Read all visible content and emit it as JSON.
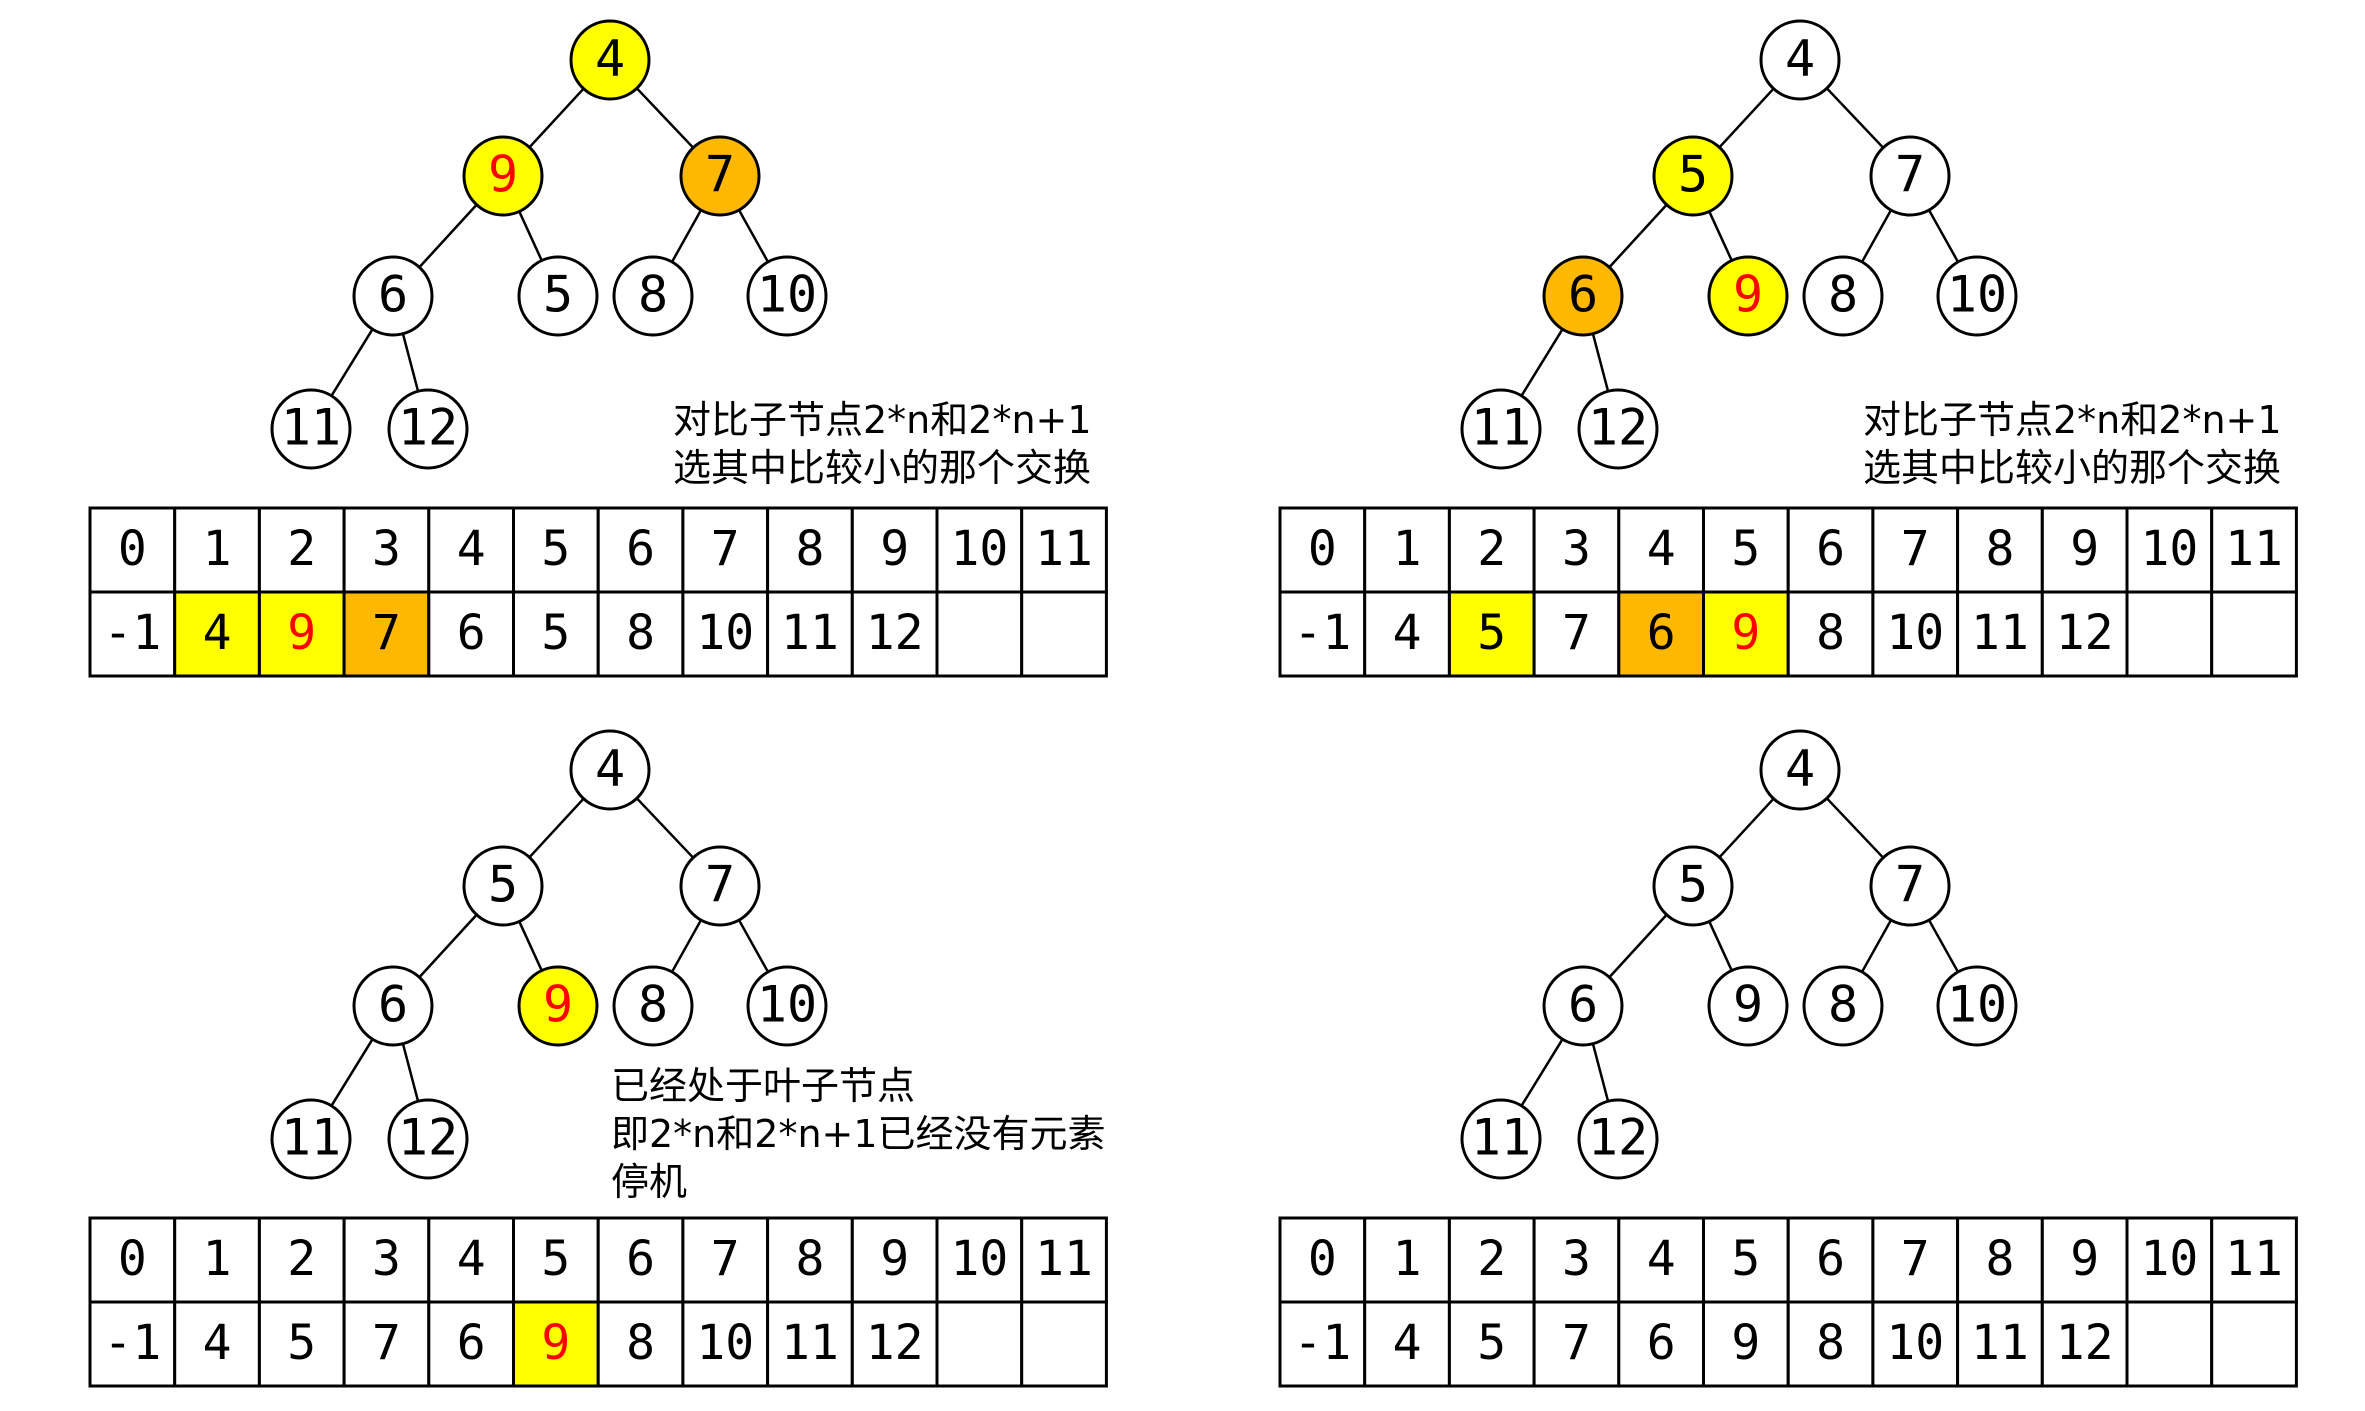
{
  "colors": {
    "current": "#ffff00",
    "swap": "#ffb800",
    "plain": "#ffffff",
    "text": "#000000",
    "moved_text": "#ff0000"
  },
  "panels": [
    {
      "id": "step-1",
      "tree": [
        {
          "value": "4",
          "fill": "current",
          "text": "text"
        },
        {
          "value": "9",
          "fill": "current",
          "text": "moved_text"
        },
        {
          "value": "7",
          "fill": "swap",
          "text": "text"
        },
        {
          "value": "6",
          "fill": "plain",
          "text": "text"
        },
        {
          "value": "5",
          "fill": "plain",
          "text": "text"
        },
        {
          "value": "8",
          "fill": "plain",
          "text": "text"
        },
        {
          "value": "10",
          "fill": "plain",
          "text": "text"
        },
        {
          "value": "11",
          "fill": "plain",
          "text": "text"
        },
        {
          "value": "12",
          "fill": "plain",
          "text": "text"
        }
      ],
      "note": [
        "对比子节点2*n和2*n+1",
        "选其中比较小的那个交换"
      ],
      "index_row": [
        "0",
        "1",
        "2",
        "3",
        "4",
        "5",
        "6",
        "7",
        "8",
        "9",
        "10",
        "11"
      ],
      "value_row": [
        {
          "value": "-1",
          "fill": "plain",
          "text": "text"
        },
        {
          "value": "4",
          "fill": "current",
          "text": "text"
        },
        {
          "value": "9",
          "fill": "current",
          "text": "moved_text"
        },
        {
          "value": "7",
          "fill": "swap",
          "text": "text"
        },
        {
          "value": "6",
          "fill": "plain",
          "text": "text"
        },
        {
          "value": "5",
          "fill": "plain",
          "text": "text"
        },
        {
          "value": "8",
          "fill": "plain",
          "text": "text"
        },
        {
          "value": "10",
          "fill": "plain",
          "text": "text"
        },
        {
          "value": "11",
          "fill": "plain",
          "text": "text"
        },
        {
          "value": "12",
          "fill": "plain",
          "text": "text"
        },
        {
          "value": "",
          "fill": "plain",
          "text": "text"
        },
        {
          "value": "",
          "fill": "plain",
          "text": "text"
        }
      ]
    },
    {
      "id": "step-2",
      "tree": [
        {
          "value": "4",
          "fill": "plain",
          "text": "text"
        },
        {
          "value": "5",
          "fill": "current",
          "text": "text"
        },
        {
          "value": "7",
          "fill": "plain",
          "text": "text"
        },
        {
          "value": "6",
          "fill": "swap",
          "text": "text"
        },
        {
          "value": "9",
          "fill": "current",
          "text": "moved_text"
        },
        {
          "value": "8",
          "fill": "plain",
          "text": "text"
        },
        {
          "value": "10",
          "fill": "plain",
          "text": "text"
        },
        {
          "value": "11",
          "fill": "plain",
          "text": "text"
        },
        {
          "value": "12",
          "fill": "plain",
          "text": "text"
        }
      ],
      "note": [
        "对比子节点2*n和2*n+1",
        "选其中比较小的那个交换"
      ],
      "index_row": [
        "0",
        "1",
        "2",
        "3",
        "4",
        "5",
        "6",
        "7",
        "8",
        "9",
        "10",
        "11"
      ],
      "value_row": [
        {
          "value": "-1",
          "fill": "plain",
          "text": "text"
        },
        {
          "value": "4",
          "fill": "plain",
          "text": "text"
        },
        {
          "value": "5",
          "fill": "current",
          "text": "text"
        },
        {
          "value": "7",
          "fill": "plain",
          "text": "text"
        },
        {
          "value": "6",
          "fill": "swap",
          "text": "text"
        },
        {
          "value": "9",
          "fill": "current",
          "text": "moved_text"
        },
        {
          "value": "8",
          "fill": "plain",
          "text": "text"
        },
        {
          "value": "10",
          "fill": "plain",
          "text": "text"
        },
        {
          "value": "11",
          "fill": "plain",
          "text": "text"
        },
        {
          "value": "12",
          "fill": "plain",
          "text": "text"
        },
        {
          "value": "",
          "fill": "plain",
          "text": "text"
        },
        {
          "value": "",
          "fill": "plain",
          "text": "text"
        }
      ]
    },
    {
      "id": "step-3",
      "tree": [
        {
          "value": "4",
          "fill": "plain",
          "text": "text"
        },
        {
          "value": "5",
          "fill": "plain",
          "text": "text"
        },
        {
          "value": "7",
          "fill": "plain",
          "text": "text"
        },
        {
          "value": "6",
          "fill": "plain",
          "text": "text"
        },
        {
          "value": "9",
          "fill": "current",
          "text": "moved_text"
        },
        {
          "value": "8",
          "fill": "plain",
          "text": "text"
        },
        {
          "value": "10",
          "fill": "plain",
          "text": "text"
        },
        {
          "value": "11",
          "fill": "plain",
          "text": "text"
        },
        {
          "value": "12",
          "fill": "plain",
          "text": "text"
        }
      ],
      "note": [
        "已经处于叶子节点",
        "即2*n和2*n+1已经没有元素",
        "停机"
      ],
      "index_row": [
        "0",
        "1",
        "2",
        "3",
        "4",
        "5",
        "6",
        "7",
        "8",
        "9",
        "10",
        "11"
      ],
      "value_row": [
        {
          "value": "-1",
          "fill": "plain",
          "text": "text"
        },
        {
          "value": "4",
          "fill": "plain",
          "text": "text"
        },
        {
          "value": "5",
          "fill": "plain",
          "text": "text"
        },
        {
          "value": "7",
          "fill": "plain",
          "text": "text"
        },
        {
          "value": "6",
          "fill": "plain",
          "text": "text"
        },
        {
          "value": "9",
          "fill": "current",
          "text": "moved_text"
        },
        {
          "value": "8",
          "fill": "plain",
          "text": "text"
        },
        {
          "value": "10",
          "fill": "plain",
          "text": "text"
        },
        {
          "value": "11",
          "fill": "plain",
          "text": "text"
        },
        {
          "value": "12",
          "fill": "plain",
          "text": "text"
        },
        {
          "value": "",
          "fill": "plain",
          "text": "text"
        },
        {
          "value": "",
          "fill": "plain",
          "text": "text"
        }
      ]
    },
    {
      "id": "step-4",
      "tree": [
        {
          "value": "4",
          "fill": "plain",
          "text": "text"
        },
        {
          "value": "5",
          "fill": "plain",
          "text": "text"
        },
        {
          "value": "7",
          "fill": "plain",
          "text": "text"
        },
        {
          "value": "6",
          "fill": "plain",
          "text": "text"
        },
        {
          "value": "9",
          "fill": "plain",
          "text": "text"
        },
        {
          "value": "8",
          "fill": "plain",
          "text": "text"
        },
        {
          "value": "10",
          "fill": "plain",
          "text": "text"
        },
        {
          "value": "11",
          "fill": "plain",
          "text": "text"
        },
        {
          "value": "12",
          "fill": "plain",
          "text": "text"
        }
      ],
      "note": [],
      "index_row": [
        "0",
        "1",
        "2",
        "3",
        "4",
        "5",
        "6",
        "7",
        "8",
        "9",
        "10",
        "11"
      ],
      "value_row": [
        {
          "value": "-1",
          "fill": "plain",
          "text": "text"
        },
        {
          "value": "4",
          "fill": "plain",
          "text": "text"
        },
        {
          "value": "5",
          "fill": "plain",
          "text": "text"
        },
        {
          "value": "7",
          "fill": "plain",
          "text": "text"
        },
        {
          "value": "6",
          "fill": "plain",
          "text": "text"
        },
        {
          "value": "9",
          "fill": "plain",
          "text": "text"
        },
        {
          "value": "8",
          "fill": "plain",
          "text": "text"
        },
        {
          "value": "10",
          "fill": "plain",
          "text": "text"
        },
        {
          "value": "11",
          "fill": "plain",
          "text": "text"
        },
        {
          "value": "12",
          "fill": "plain",
          "text": "text"
        },
        {
          "value": "",
          "fill": "plain",
          "text": "text"
        },
        {
          "value": "",
          "fill": "plain",
          "text": "text"
        }
      ]
    }
  ]
}
